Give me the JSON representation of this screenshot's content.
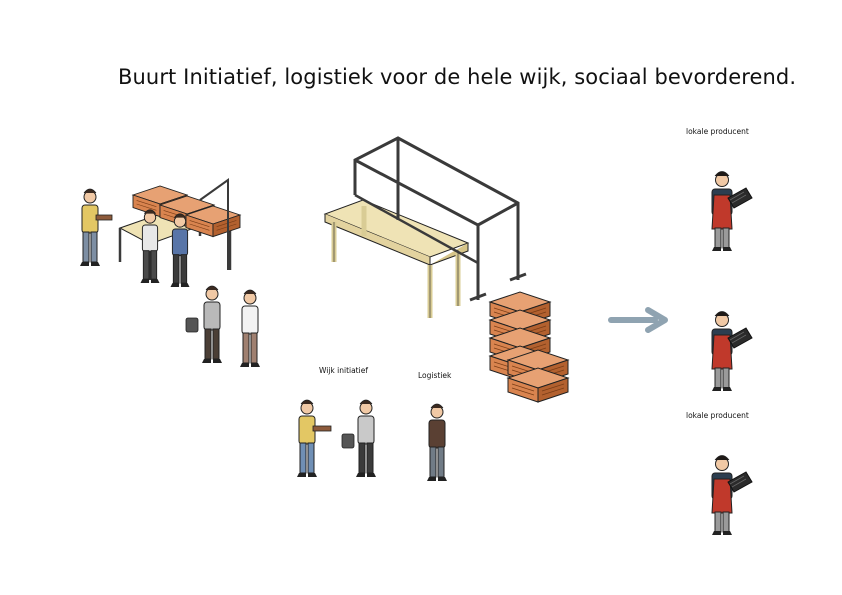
{
  "title": "Buurt Initiatief, logistiek voor de hele wijk, sociaal bevorderend.",
  "labels": {
    "wijk_initiatief": "Wijk initiatief",
    "logistiek": "Logistiek",
    "producer_top": "lokale producent",
    "producer_bottom": "lokale producent"
  },
  "colors": {
    "arrow": "#8fa3b1",
    "crate": "#d9844f",
    "crate_dark": "#b3612f",
    "frame": "#3a3a3a",
    "bench_wood": "#efe3b5",
    "apron": "#c0392b"
  },
  "icons": [
    "person-icon",
    "crate-icon",
    "market-stall-icon",
    "arrow-right-icon",
    "producer-icon"
  ]
}
